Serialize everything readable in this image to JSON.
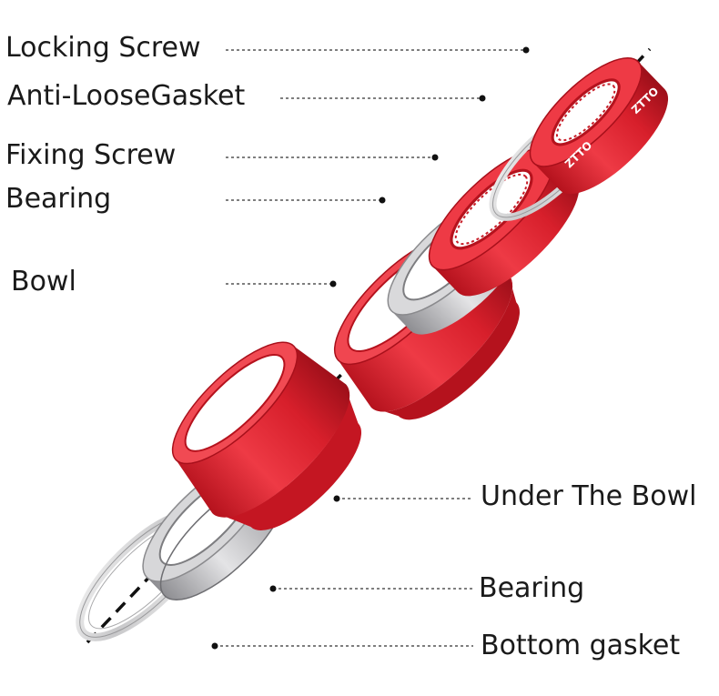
{
  "labels": {
    "locking_screw": "Locking Screw",
    "anti_loose_gasket": "Anti-LooseGasket",
    "fixing_screw": "Fixing Screw",
    "bearing_top": "Bearing",
    "bowl": "Bowl",
    "under_the_bowl": "Under The Bowl",
    "bearing_bottom": "Bearing",
    "bottom_gasket": "Bottom gasket"
  },
  "brand_mark": "ZTTO",
  "colors": {
    "anodized_red": "#e0232e",
    "red_shadow": "#a8101b",
    "steel": "#b9b9bb",
    "steel_dark": "#7d7d80",
    "leader_line": "#333333",
    "axis_line": "#111111"
  }
}
